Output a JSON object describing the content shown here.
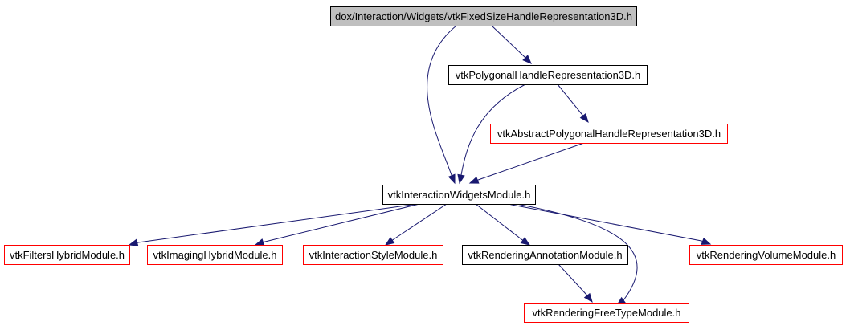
{
  "colors": {
    "edge": "#191970",
    "root_fill": "#bfbfbf",
    "normal_fill": "#ffffff",
    "border_black": "#000000",
    "border_red": "#ff0000"
  },
  "nodes": [
    {
      "id": "n0",
      "label": "dox/Interaction/Widgets/vtkFixedSizeHandleRepresentation3D.h",
      "style": "root"
    },
    {
      "id": "n1",
      "label": "vtkPolygonalHandleRepresentation3D.h",
      "style": "black"
    },
    {
      "id": "n2",
      "label": "vtkAbstractPolygonalHandleRepresentation3D.h",
      "style": "red"
    },
    {
      "id": "n3",
      "label": "vtkInteractionWidgetsModule.h",
      "style": "black"
    },
    {
      "id": "n4",
      "label": "vtkFiltersHybridModule.h",
      "style": "red"
    },
    {
      "id": "n5",
      "label": "vtkImagingHybridModule.h",
      "style": "red"
    },
    {
      "id": "n6",
      "label": "vtkInteractionStyleModule.h",
      "style": "red"
    },
    {
      "id": "n7",
      "label": "vtkRenderingAnnotationModule.h",
      "style": "black"
    },
    {
      "id": "n8",
      "label": "vtkRenderingVolumeModule.h",
      "style": "red"
    },
    {
      "id": "n9",
      "label": "vtkRenderingFreeTypeModule.h",
      "style": "red"
    }
  ],
  "edges": [
    {
      "from": "n0",
      "to": "n1"
    },
    {
      "from": "n0",
      "to": "n3"
    },
    {
      "from": "n1",
      "to": "n2"
    },
    {
      "from": "n1",
      "to": "n3"
    },
    {
      "from": "n2",
      "to": "n3"
    },
    {
      "from": "n3",
      "to": "n4"
    },
    {
      "from": "n3",
      "to": "n5"
    },
    {
      "from": "n3",
      "to": "n6"
    },
    {
      "from": "n3",
      "to": "n7"
    },
    {
      "from": "n3",
      "to": "n8"
    },
    {
      "from": "n3",
      "to": "n9"
    },
    {
      "from": "n7",
      "to": "n9"
    }
  ]
}
